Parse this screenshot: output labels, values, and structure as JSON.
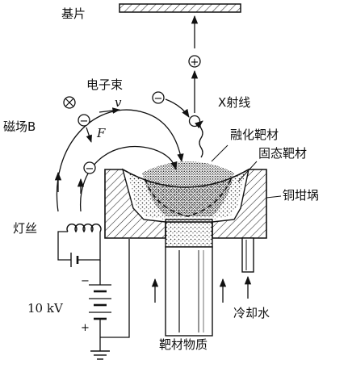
{
  "labels": {
    "substrate": "基片",
    "electron_beam": "电子束",
    "velocity": "v",
    "force": "F",
    "magnetic_field": "磁场B",
    "xray": "X射线",
    "molten_target": "融化靶材",
    "solid_target": "固态靶材",
    "copper_crucible": "铜坩埚",
    "filament": "灯丝",
    "voltage": "10 kV",
    "cooling_water": "冷却水",
    "target_material": "靶材物质"
  },
  "symbols": {
    "electron": "−",
    "positive_ion": "+",
    "field_into_page": "⊗",
    "minus_terminal": "−",
    "plus_terminal": "+"
  }
}
